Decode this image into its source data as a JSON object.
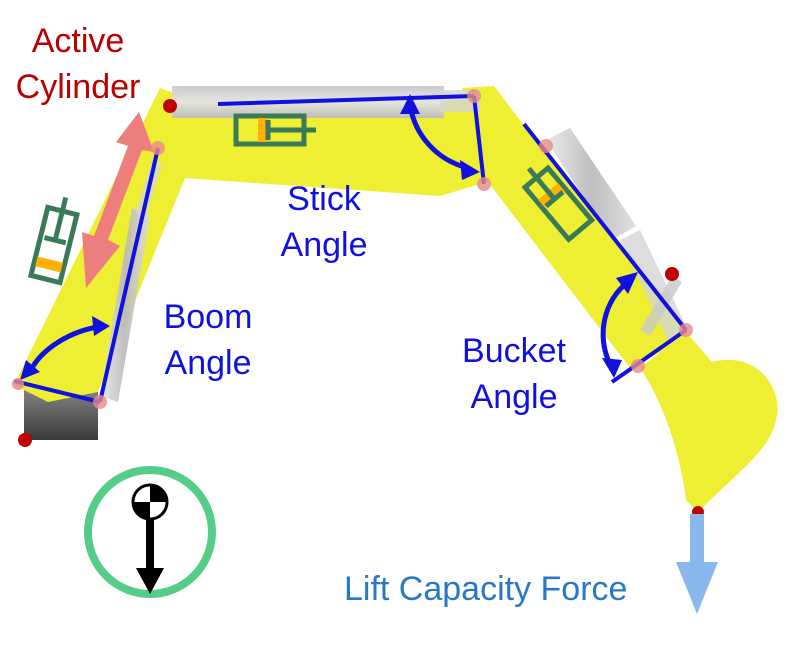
{
  "labels": {
    "active_cylinder": [
      "Active",
      "Cylinder"
    ],
    "stick_angle": [
      "Stick",
      "Angle"
    ],
    "boom_angle": [
      "Boom",
      "Angle"
    ],
    "bucket_angle": [
      "Bucket",
      "Angle"
    ],
    "lift_capacity_force": "Lift Capacity Force"
  },
  "colors": {
    "arm_fill": "#eeee33",
    "angle_line": "#1010e0",
    "active_label": "#b80000",
    "force_label": "#2878c8",
    "force_arrow": "#8ab8ec",
    "active_arrow": "#ee7e7e",
    "cylinder_icon": "#3a7a58",
    "cylinder_accent": "#ffb000",
    "pin": "#c00000",
    "cg_ring": "#55cc88",
    "base": "#555555"
  },
  "icons": [
    "cylinder-icon",
    "center-of-gravity-icon",
    "pin-icon",
    "double-arrow-icon",
    "down-arrow-icon"
  ]
}
